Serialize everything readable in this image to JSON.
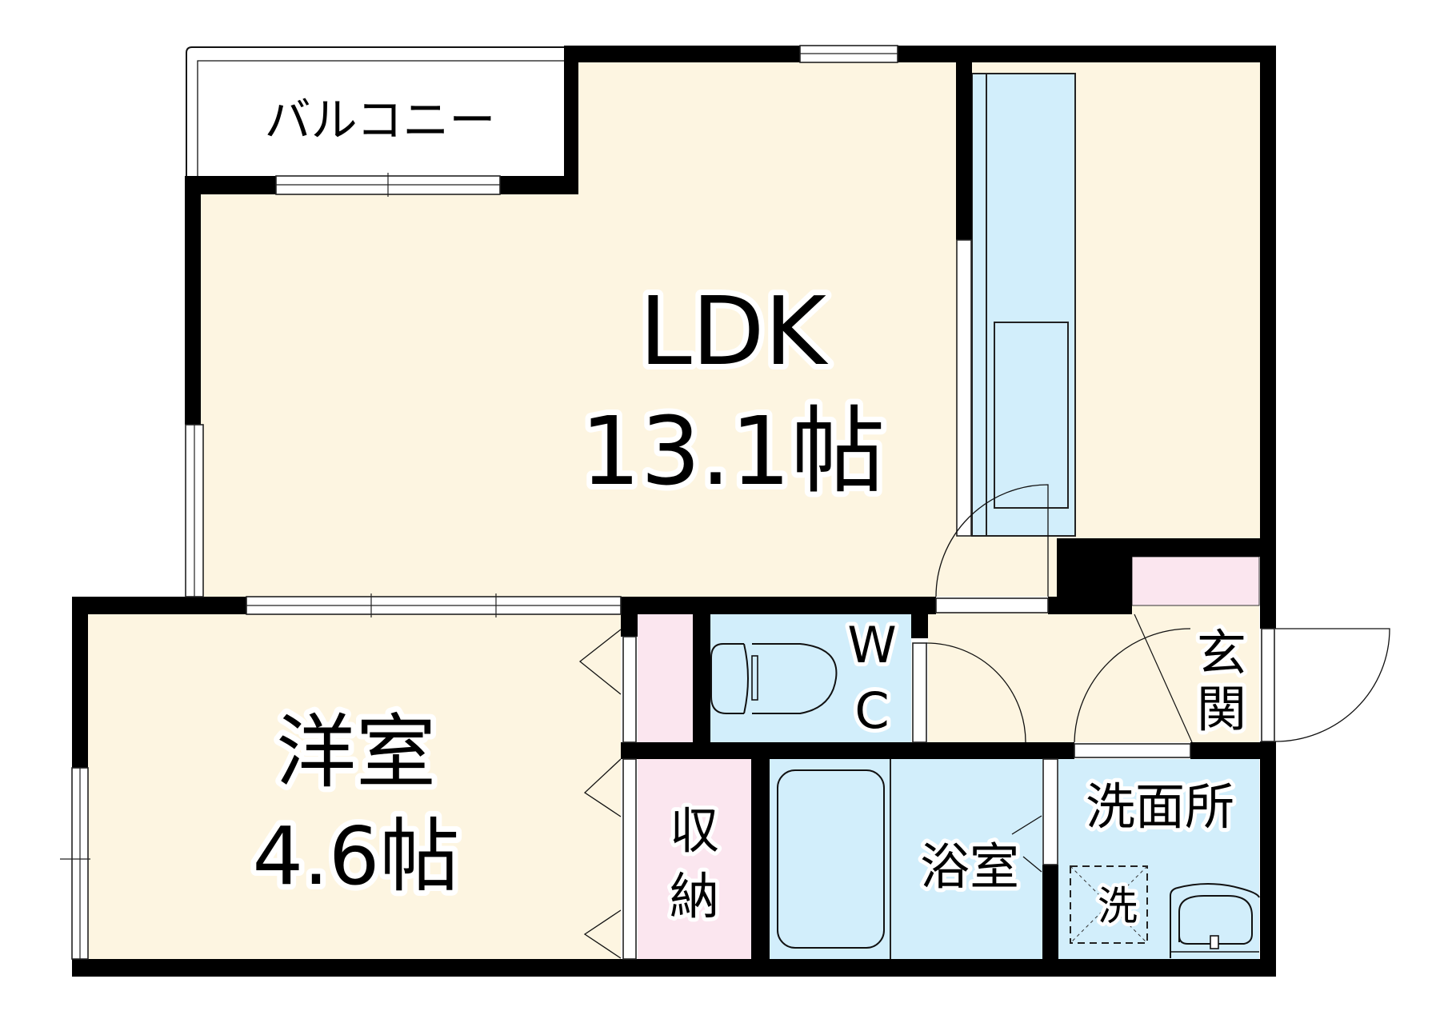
{
  "colors": {
    "wall": "#000000",
    "room_floor": "#fdf5e1",
    "wet_area": "#d2eefb",
    "storage": "#fbe6ef",
    "balcony": "#ffffff",
    "background": "#ffffff"
  },
  "rooms": {
    "balcony": {
      "label": "バルコニー"
    },
    "ldk": {
      "label": "LDK",
      "size": "13.1帖"
    },
    "western_room": {
      "label": "洋室",
      "size": "4.6帖"
    },
    "wc": {
      "label_top": "W",
      "label_bottom": "C"
    },
    "entrance": {
      "label_top": "玄",
      "label_bottom": "関"
    },
    "storage": {
      "label_top": "収",
      "label_bottom": "納"
    },
    "bathroom": {
      "label": "浴室"
    },
    "washroom": {
      "label": "洗面所"
    },
    "washer_space": {
      "label": "洗"
    }
  }
}
